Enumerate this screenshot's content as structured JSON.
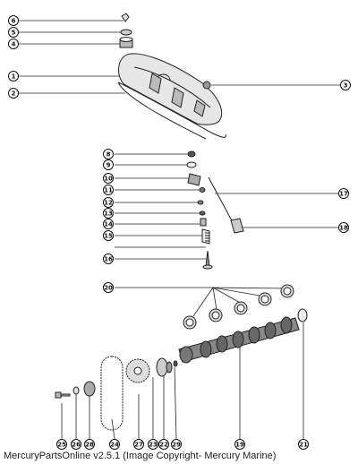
{
  "callouts": {
    "c1": "1",
    "c2": "2",
    "c3": "3",
    "c4": "4",
    "c5": "5",
    "c6": "6",
    "c8": "8",
    "c9": "9",
    "c10": "10",
    "c11": "11",
    "c12": "12",
    "c13": "13",
    "c14": "14",
    "c15": "15",
    "c16": "16",
    "c17": "17",
    "c18": "18",
    "c19": "19",
    "c20": "20",
    "c21": "21",
    "c22": "22",
    "c23": "23",
    "c24": "24",
    "c25": "25",
    "c26": "26",
    "c27": "27",
    "c28": "28",
    "c29": "29"
  },
  "footer": {
    "copyright": "MercuryPartsOnline v2.5.1 (Image Copyright- Mercury Marine)"
  }
}
